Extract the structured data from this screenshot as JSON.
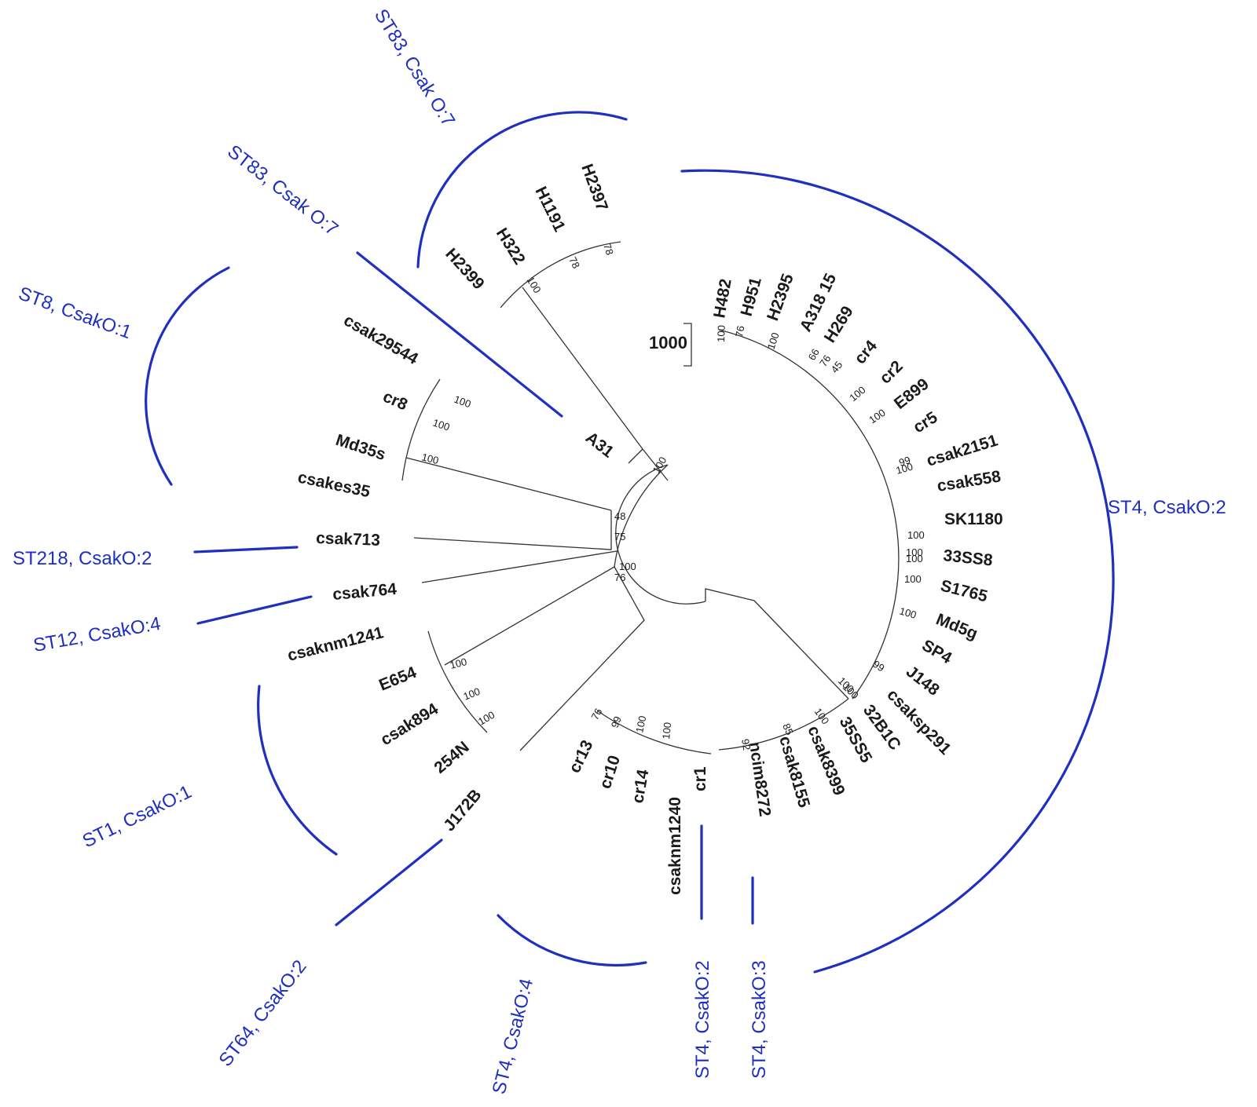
{
  "colors": {
    "group": "#1f2fbf",
    "tree": "#333333",
    "text": "#1a1a1a"
  },
  "scale_label": "1000",
  "tips": [
    "H482",
    "H951",
    "H2395",
    "A318 15",
    "H269",
    "cr4",
    "cr2",
    "E899",
    "cr5",
    "csak2151",
    "csak558",
    "SK1180",
    "33SS8",
    "S1765",
    "Md5g",
    "SP4",
    "J148",
    "csaksp291",
    "32B1C",
    "35SS5",
    "csak8399",
    "csak8155",
    "ncim8272",
    "cr1",
    "csaknm1240",
    "cr14",
    "cr10",
    "cr13",
    "J172B",
    "254N",
    "csak894",
    "E654",
    "csaknm1241",
    "csak764",
    "csak713",
    "csakes35",
    "Md35s",
    "cr8",
    "csak29544",
    "A31",
    "H2399",
    "H322",
    "H1191",
    "H2397"
  ],
  "bootstrap": [
    "100",
    "76",
    "100",
    "66",
    "76",
    "45",
    "100",
    "100",
    "99",
    "100",
    "100",
    "100",
    "100",
    "100",
    "100",
    "99",
    "100",
    "100",
    "100",
    "85",
    "92",
    "100",
    "100",
    "99",
    "76",
    "100",
    "100",
    "100",
    "100",
    "100",
    "100",
    "48",
    "75",
    "100",
    "76",
    "100",
    "100",
    "78",
    "78"
  ],
  "groups": [
    "ST83, Csak O:7",
    "ST83, Csak O:7",
    "ST8, CsakO:1",
    "ST218, CsakO:2",
    "ST12, CsakO:4",
    "ST1, CsakO:1",
    "ST64, CsakO:2",
    "ST4, CsakO:4",
    "ST4, CsakO:2",
    "ST4, CsakO:3",
    "ST4, CsakO:2"
  ]
}
